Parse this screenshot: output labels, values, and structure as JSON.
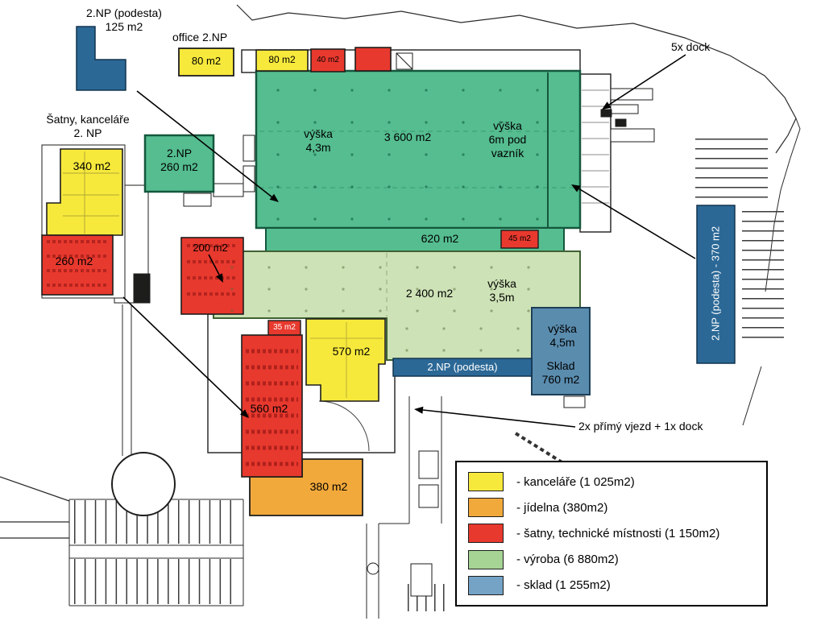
{
  "colors": {
    "offices": "#f7e93c",
    "canteen": "#f2a93b",
    "technical": "#e8392e",
    "production": "#55bd90",
    "production_light": "#cde2b6",
    "storage": "#5a8cae",
    "storage_dark": "#2b6896",
    "legend_production": "#a6d494",
    "legend_storage": "#74a3c6",
    "outline": "#1d1d1b"
  },
  "labels": {
    "podesta_top": "2.NP (podesta)\n125 m2",
    "office_2np": "office 2.NP",
    "office_area": "80 m2",
    "top_area_80": "80 m2",
    "top_area_40": "40 m2",
    "docks": "5x dock",
    "satny_kancelare": "Šatny, kanceláře\n2. NP",
    "area_340": "340 m2",
    "np_260": "2.NP\n260 m2",
    "area_260": "260 m2",
    "height_43": "výška\n4,3m",
    "area_3600": "3 600 m2",
    "height_6m": "výška\n6m pod\nvazník",
    "area_620": "620 m2",
    "area_45": "45 m2",
    "area_200": "200 m2",
    "area_2400": "2 400 m2",
    "height_35": "výška\n3,5m",
    "height_45": "výška\n4,5m",
    "podesta_bar": "2.NP (podesta)",
    "sklad": "Sklad\n760 m2",
    "podesta_right": "2.NP (podesta) - 370 m2",
    "area_570": "570 m2",
    "area_35": "35 m2",
    "area_560": "560 m2",
    "area_380": "380 m2",
    "entrance": "2x přímý vjezd + 1x dock"
  },
  "legend": {
    "items": [
      {
        "label": "- kanceláře (1 025m2)",
        "color": "#f7e93c"
      },
      {
        "label": "- jídelna (380m2)",
        "color": "#f2a93b"
      },
      {
        "label": "- šatny, technické místnosti (1 150m2)",
        "color": "#e8392e"
      },
      {
        "label": "- výroba (6 880m2)",
        "color": "#a6d494"
      },
      {
        "label": "- sklad (1 255m2)",
        "color": "#74a3c6"
      }
    ]
  }
}
